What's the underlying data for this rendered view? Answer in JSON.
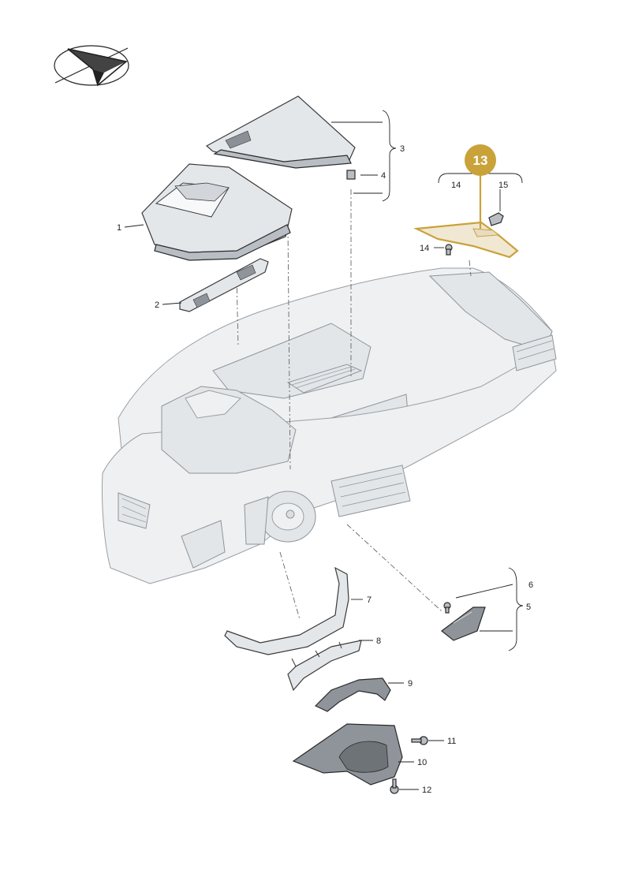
{
  "callouts": {
    "c1": "1",
    "c2": "2",
    "c3": "3",
    "c4": "4",
    "c5": "5",
    "c6": "6",
    "c7": "7",
    "c8": "8",
    "c9": "9",
    "c10": "10",
    "c11": "11",
    "c12": "12",
    "c14a": "14",
    "c15": "15",
    "c14b": "14"
  },
  "highlight": {
    "number": "13",
    "color": "#c9a23a"
  },
  "logo": {
    "icon": "paper-plane-icon"
  }
}
